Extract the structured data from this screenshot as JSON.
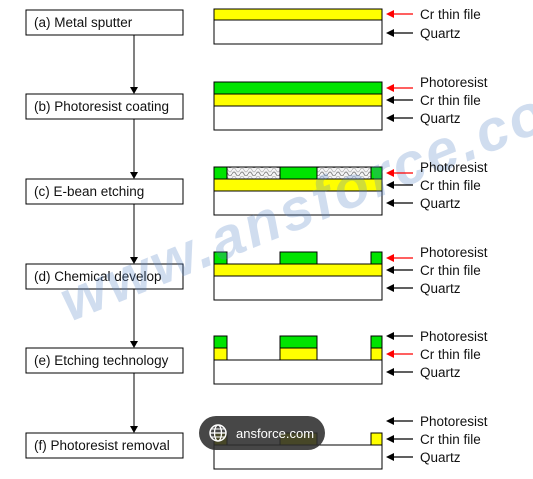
{
  "steps": [
    {
      "label": "(a) Metal sputter"
    },
    {
      "label": "(b) Photoresist coating"
    },
    {
      "label": "(c) E-bean etching"
    },
    {
      "label": "(d) Chemical develop"
    },
    {
      "label": "(e) Etching technology"
    },
    {
      "label": "(f) Photoresist removal"
    }
  ],
  "layer_labels": {
    "photoresist": "Photoresist",
    "cr": "Cr thin file",
    "quartz": "Quartz"
  },
  "watermark": "www.ansforce.com",
  "badge": {
    "text": "ansforce.com",
    "icon": "globe-icon"
  },
  "colors": {
    "photoresist": "#00e400",
    "cr": "#ffff00",
    "quartz": "#ffffff",
    "arrow_red": "#ff0000",
    "arrow_black": "#000000"
  }
}
